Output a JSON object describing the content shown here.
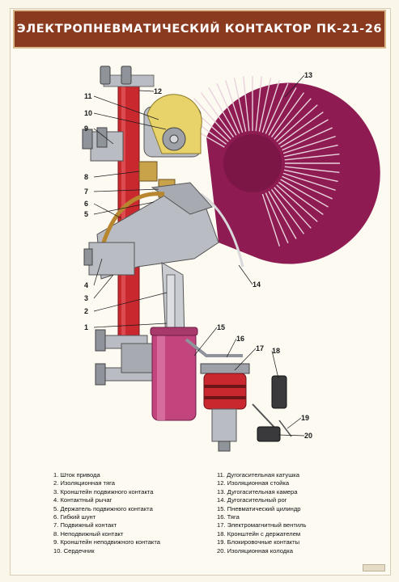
{
  "title": "ЭЛЕКТРОПНЕВМАТИЧЕСКИЙ КОНТАКТОР ПК-21-26",
  "callouts": [
    "1",
    "2",
    "3",
    "4",
    "5",
    "6",
    "7",
    "8",
    "9",
    "10",
    "11",
    "12",
    "13",
    "14",
    "15",
    "16",
    "17",
    "18",
    "19",
    "20"
  ],
  "legend": {
    "left": [
      "1. Шток привода",
      "2. Изоляционная тяга",
      "3. Кронштейн подвижного контакта",
      "4. Контактный рычаг",
      "5. Держатель подвижного контакта",
      "6. Гибкий шунт",
      "7. Подвижный контакт",
      "8. Неподвижный контакт",
      "9. Кронштейн неподвижного контакта",
      "10. Сердечник"
    ],
    "right": [
      "11. Дугогасительная катушка",
      "12. Изоляционная стойка",
      "13. Дугогасительная камера",
      "14. Дугогасительный рог",
      "15. Пневматический цилиндр",
      "16. Тяга",
      "17. Электромагнитный вентиль",
      "18. Кронштейн с держателем",
      "19. Блокировочные контакты",
      "20. Изоляционная колодка"
    ]
  },
  "colors": {
    "title_bg": "#8a3a1f",
    "insulator_red": "#c8282e",
    "metal_gray": "#b9bcc2",
    "arc_chute": "#8e1b52",
    "coil_yellow": "#e8d36a",
    "cylinder_pink": "#c2457e"
  }
}
